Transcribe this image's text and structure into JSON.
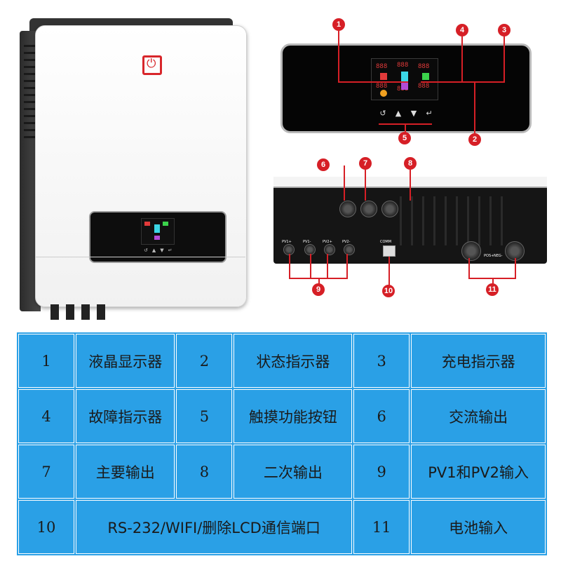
{
  "callouts": [
    "1",
    "2",
    "3",
    "4",
    "5",
    "6",
    "7",
    "8",
    "9",
    "10",
    "11"
  ],
  "panel_buttons": [
    "↺",
    "▲",
    "▼",
    "↵"
  ],
  "lcd_digits": [
    "888",
    "888",
    "888",
    "888",
    "888",
    "888"
  ],
  "terminals": {
    "pv": [
      "PV1+",
      "PV1-",
      "PV2+",
      "PV2-"
    ],
    "comm": "COMM",
    "battery": [
      "POS+",
      "NEG-"
    ]
  },
  "table": {
    "rows": [
      [
        {
          "n": "1",
          "t": "液晶显示器"
        },
        {
          "n": "2",
          "t": "状态指示器"
        },
        {
          "n": "3",
          "t": "充电指示器"
        }
      ],
      [
        {
          "n": "4",
          "t": "故障指示器"
        },
        {
          "n": "5",
          "t": "触摸功能按钮"
        },
        {
          "n": "6",
          "t": "交流输出"
        }
      ],
      [
        {
          "n": "7",
          "t": "主要输出"
        },
        {
          "n": "8",
          "t": "二次输出"
        },
        {
          "n": "9",
          "t": "PV1和PV2输入"
        }
      ],
      [
        {
          "n": "10",
          "t": "RS-232/WIFI/删除LCD通信端口"
        },
        {
          "n": "11",
          "t": "电池输入"
        }
      ]
    ]
  },
  "colors": {
    "table_bg": "#2aa0e6",
    "callout": "#d61f26",
    "logo": "#d8262b"
  }
}
